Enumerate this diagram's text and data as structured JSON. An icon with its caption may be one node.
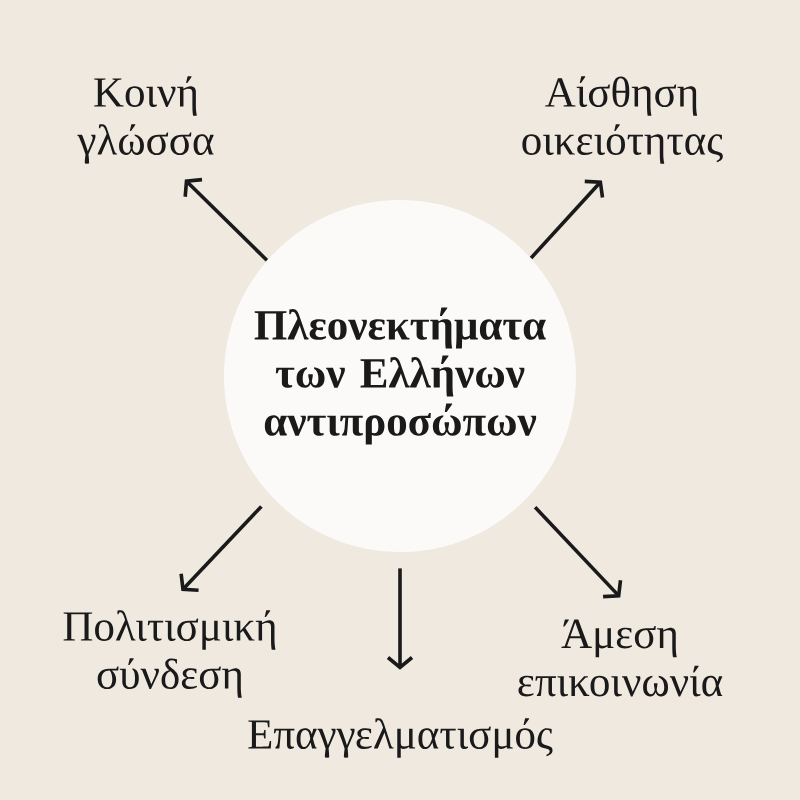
{
  "diagram": {
    "nodes": [
      {
        "text": [
          "Κοινή γλώσσα"
        ]
      },
      {
        "text": [
          "Αίσθηση οικειότητας"
        ]
      },
      {
        "text": [
          "Πλεονεκτήματα των Ελλήνων αντιπροσώπων"
        ]
      },
      {
        "text": [
          "Πολιτισμική σύνδεση"
        ]
      },
      {
        "text": [
          "Άμεση επικοινωνία"
        ]
      },
      {
        "text": [
          "Επαγγελματισμός"
        ]
      }
    ],
    "edges": [
      {
        "from": 2,
        "to": 0,
        "arrow": "to"
      },
      {
        "from": 2,
        "to": 1,
        "arrow": "to"
      },
      {
        "from": 2,
        "to": 3,
        "arrow": "to"
      },
      {
        "from": 2,
        "to": 4,
        "arrow": "to"
      },
      {
        "from": 2,
        "to": 5,
        "arrow": "to"
      }
    ]
  }
}
